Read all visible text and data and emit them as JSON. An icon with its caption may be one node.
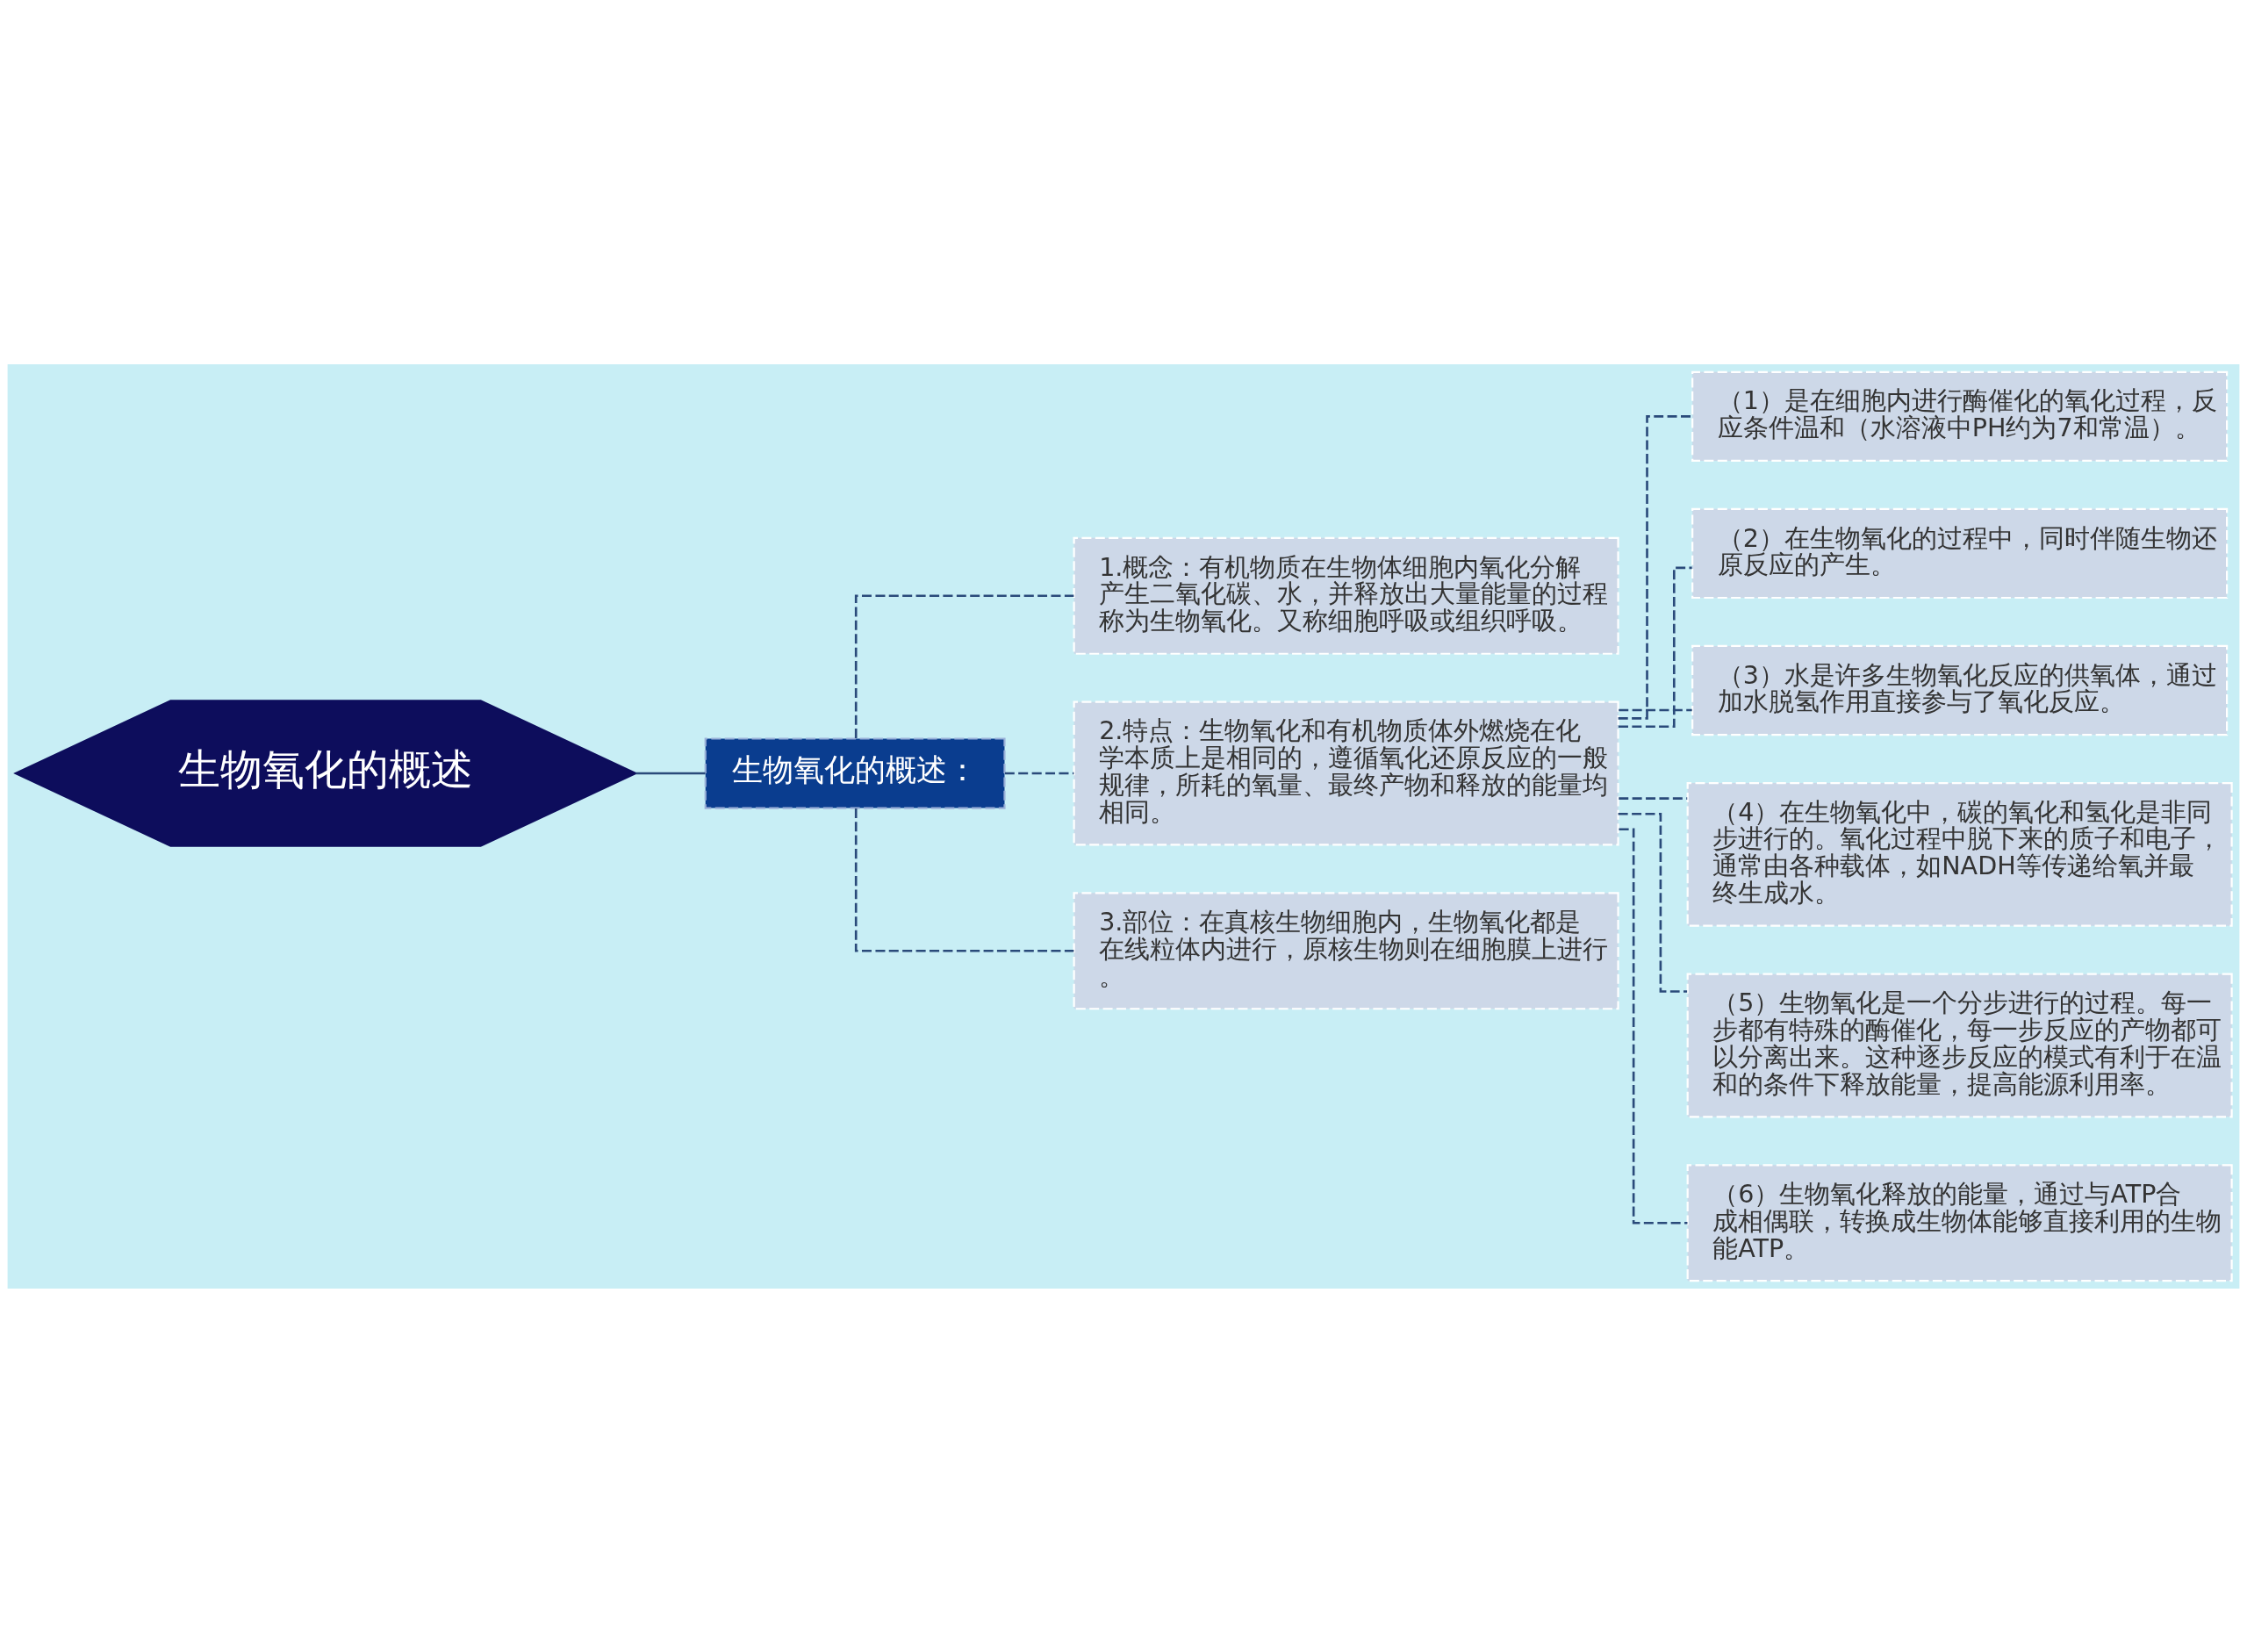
{
  "diagram": {
    "nodes": [
      {
        "text": [
          "生物氧化的概述"
        ]
      },
      {
        "text": [
          "生物氧化的概述："
        ]
      },
      {
        "text": [
          "1.概念：有机物质在生物体细胞内氧化分解产生二氧化碳、水，并释放出大量能量的过程称为生物氧化。又称细胞呼吸或组织呼吸。"
        ]
      },
      {
        "text": [
          "2.特点：生物氧化和有机物质体外燃烧在化学本质上是相同的，遵循氧化还原反应的一般规律，所耗的氧量、最终产物和释放的能量均相同。"
        ]
      },
      {
        "text": [
          "3.部位：在真核生物细胞内，生物氧化都是在线粒体内进行，原核生物则在细胞膜上进行。"
        ]
      },
      {
        "text": [
          "（1）是在细胞内进行酶催化的氧化过程，反应条件温和（水溶液中PH约为7和常温）。"
        ]
      },
      {
        "text": [
          "（2）在生物氧化的过程中，同时伴随生物还原反应的产生。"
        ]
      },
      {
        "text": [
          "（3）水是许多生物氧化反应的供氧体，通过加水脱氢作用直接参与了氧化反应。"
        ]
      },
      {
        "text": [
          "（4）在生物氧化中，碳的氧化和氢化是非同步进行的。氧化过程中脱下来的质子和电子，通常由各种载体，如NADH等传递给氧并最终生成水。"
        ]
      },
      {
        "text": [
          "（5）生物氧化是一个分步进行的过程。每一步都有特殊的酶催化，每一步反应的产物都可以分离出来。这种逐步反应的模式有利于在温和的条件下释放能量，提高能源利用率。"
        ]
      },
      {
        "text": [
          "（6）生物氧化释放的能量，通过与ATP合成相偶联，转换成生物体能够直接利用的生物能ATP。"
        ]
      }
    ],
    "edges": [
      {
        "from": 0,
        "to": 1,
        "arrow": "none"
      },
      {
        "from": 1,
        "to": 2,
        "arrow": "none",
        "style": "dashed"
      },
      {
        "from": 1,
        "to": 3,
        "arrow": "none",
        "style": "dashed"
      },
      {
        "from": 1,
        "to": 4,
        "arrow": "none",
        "style": "dashed"
      },
      {
        "from": 3,
        "to": 5,
        "arrow": "none",
        "style": "dashed"
      },
      {
        "from": 3,
        "to": 6,
        "arrow": "none",
        "style": "dashed"
      },
      {
        "from": 3,
        "to": 7,
        "arrow": "none",
        "style": "dashed"
      },
      {
        "from": 3,
        "to": 8,
        "arrow": "none",
        "style": "dashed"
      },
      {
        "from": 3,
        "to": 9,
        "arrow": "none",
        "style": "dashed"
      },
      {
        "from": 3,
        "to": 10,
        "arrow": "none",
        "style": "dashed"
      }
    ]
  }
}
